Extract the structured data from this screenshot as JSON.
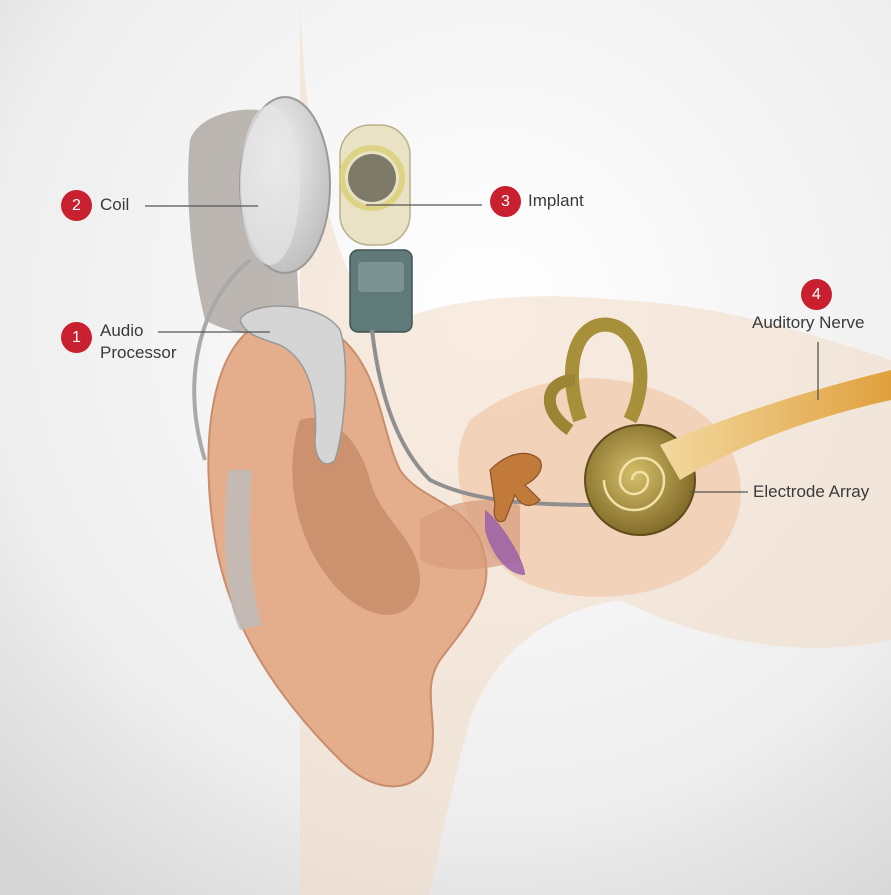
{
  "colors": {
    "badge": "#c8202f",
    "label_text": "#3a3a3a",
    "leader_line": "#555555",
    "skin": "#e8b898",
    "skin_shadow": "#c98d6c",
    "device_grey": "#d9d9d9",
    "cochlea": "#a88f3a",
    "nerve": "#e2a94a",
    "ossicles": "#c27a3a",
    "eardrum": "#9b5fa8"
  },
  "callouts": [
    {
      "number": "1",
      "lines": [
        "Audio",
        "Processor"
      ]
    },
    {
      "number": "2",
      "lines": [
        "Coil"
      ]
    },
    {
      "number": "3",
      "lines": [
        "Implant"
      ]
    },
    {
      "number": "4",
      "lines": [
        "Auditory Nerve"
      ]
    },
    {
      "number": "",
      "lines": [
        "Electrode Array"
      ]
    }
  ]
}
